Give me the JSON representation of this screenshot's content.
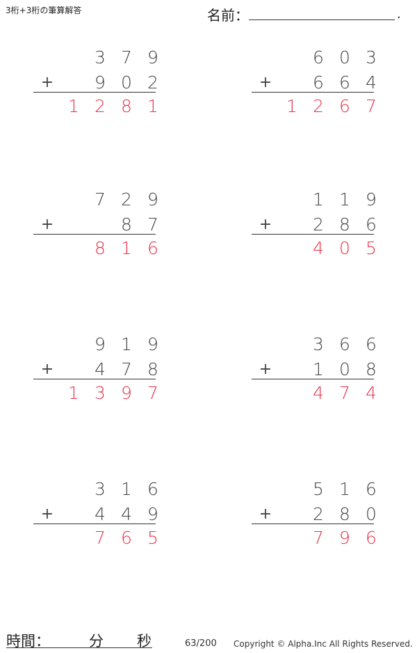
{
  "header": {
    "title": "3桁+3桁の筆算解答",
    "name_label": "名前：",
    "name_end": "."
  },
  "operator": "+",
  "problems": [
    {
      "top": "379",
      "bottom": "902",
      "answer": "1281"
    },
    {
      "top": "603",
      "bottom": "664",
      "answer": "1267"
    },
    {
      "top": "729",
      "bottom": "87",
      "answer": "816"
    },
    {
      "top": "119",
      "bottom": "286",
      "answer": "405"
    },
    {
      "top": "919",
      "bottom": "478",
      "answer": "1397"
    },
    {
      "top": "366",
      "bottom": "108",
      "answer": "474"
    },
    {
      "top": "316",
      "bottom": "449",
      "answer": "765"
    },
    {
      "top": "516",
      "bottom": "280",
      "answer": "796"
    }
  ],
  "footer": {
    "time_label": "時間：",
    "minutes_label": "分",
    "seconds_label": "秒",
    "page": "63/200",
    "copyright": "Copyright © Alpha.Inc All Rights Reserved."
  },
  "colors": {
    "answer": "#e8304a",
    "digits": "#444444"
  }
}
